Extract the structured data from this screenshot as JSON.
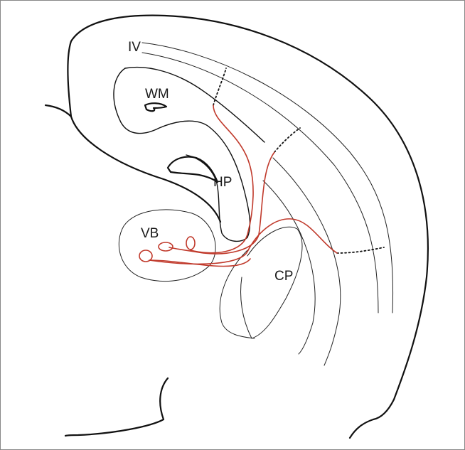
{
  "labels": {
    "iv": "IV",
    "wm": "WM",
    "hp": "HP",
    "vb": "VB",
    "cp": "CP"
  },
  "colors": {
    "axon": "#c0392b",
    "outline": "#111111",
    "frame": "#888888"
  }
}
